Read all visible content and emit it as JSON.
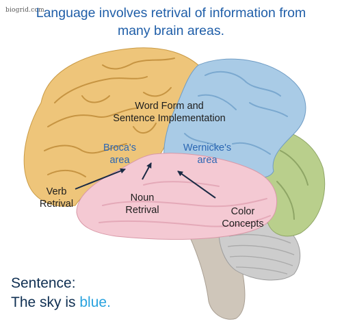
{
  "watermark": "biogrid.com",
  "title": {
    "line1": "Language involves retrival of information from",
    "line2": "many brain areas."
  },
  "labels": {
    "word_form_line1": "Word Form and",
    "word_form_line2": "Sentence Implementation",
    "broca_line1": "Broca's",
    "broca_line2": "area",
    "wernicke_line1": "Wernicke's",
    "wernicke_line2": "area",
    "verb_line1": "Verb",
    "verb_line2": "Retrival",
    "noun_line1": "Noun",
    "noun_line2": "Retrival",
    "color_line1": "Color",
    "color_line2": "Concepts"
  },
  "sentence": {
    "line1": "Sentence:",
    "line2_prefix": "The sky is",
    "highlight": "blue."
  },
  "colors": {
    "title_text": "#1f5ea8",
    "frontal_lobe": "#eec57a",
    "parietal_lobe": "#a9cbe6",
    "temporal_lobe": "#f4c9d3",
    "occipital_lobe": "#b9cf8c",
    "cerebellum": "#cdcdcd",
    "highlight_word": "#28a2de"
  }
}
